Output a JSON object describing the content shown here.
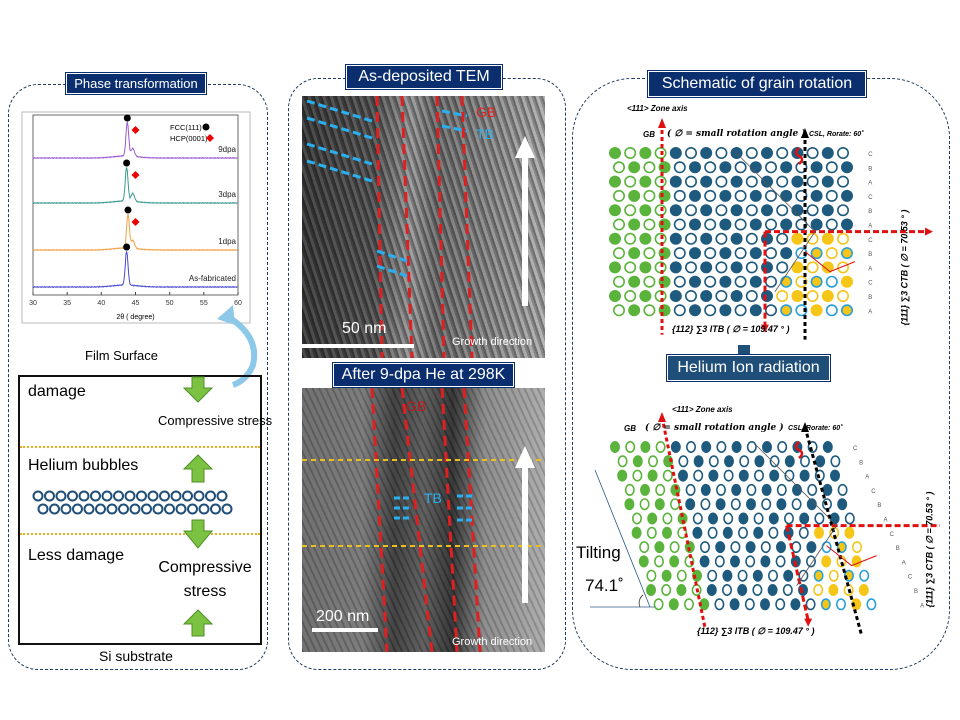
{
  "left_panel": {
    "title": "Phase transformation",
    "film_surface": "Film Surface",
    "damage": "damage",
    "compressive_stress_top": "Compressive stress",
    "helium_bubbles": "Helium bubbles",
    "less_damage": "Less damage",
    "compressive_stress_bottom": "Compressive stress",
    "si_substrate": "Si substrate"
  },
  "chart_data": {
    "type": "line",
    "xlabel": "2θ ( degree)",
    "ylabel": "",
    "xlim": [
      30,
      60
    ],
    "xticks": [
      "30",
      "35",
      "40",
      "45",
      "50",
      "55",
      "60"
    ],
    "legend": [
      "FCC(111)",
      "HCP(0001)"
    ],
    "legend_placement": "top-right",
    "series": [
      {
        "name": "9dpa",
        "color": "#9b59d0",
        "fcc_peak": 43.8,
        "hcp_peak": 44.6
      },
      {
        "name": "3dpa",
        "color": "#3a9a8e",
        "fcc_peak": 43.7,
        "hcp_peak": 44.6
      },
      {
        "name": "1dpa",
        "color": "#f0a040",
        "fcc_peak": 43.9,
        "hcp_peak": 44.6
      },
      {
        "name": "As-fabricated",
        "color": "#4a4ad0",
        "fcc_peak": 43.7,
        "hcp_peak": null
      }
    ]
  },
  "middle_panel": {
    "title_top": "As-deposited TEM",
    "gb": "GB",
    "tb": "TB",
    "scale_top": "50 nm",
    "growth_top": "Growth direction",
    "title_bottom": "After 9-dpa He at 298K",
    "gb2": "GB",
    "tb2": "TB",
    "scale_bottom": "200 nm",
    "growth_bottom": "Growth direction"
  },
  "right_panel": {
    "title": "Schematic of grain rotation",
    "zone_axis": "<111> Zone axis",
    "gb_label": "GB",
    "rotation_angle": "( ∅ = small rotation angle )",
    "csl": "CSL, Rorate: 60˚",
    "ctb": "{111} ∑3 CTB ( ∅ = 70.53 ° )",
    "itb": "{112} ∑3 ITB ( ∅ = 109.47 ° )",
    "stacking": [
      "C",
      "B",
      "A",
      "C",
      "B",
      "A",
      "C",
      "B",
      "A",
      "C",
      "B",
      "A"
    ],
    "helium_title": "Helium Ion radiation",
    "tilting": "Tilting",
    "tilt_angle": "74.1˚",
    "colors": {
      "green": "#5ab33a",
      "navy": "#1e5a7e",
      "yellow": "#f5c518",
      "cyan": "#2aa0d8",
      "red": "#e01010"
    }
  }
}
